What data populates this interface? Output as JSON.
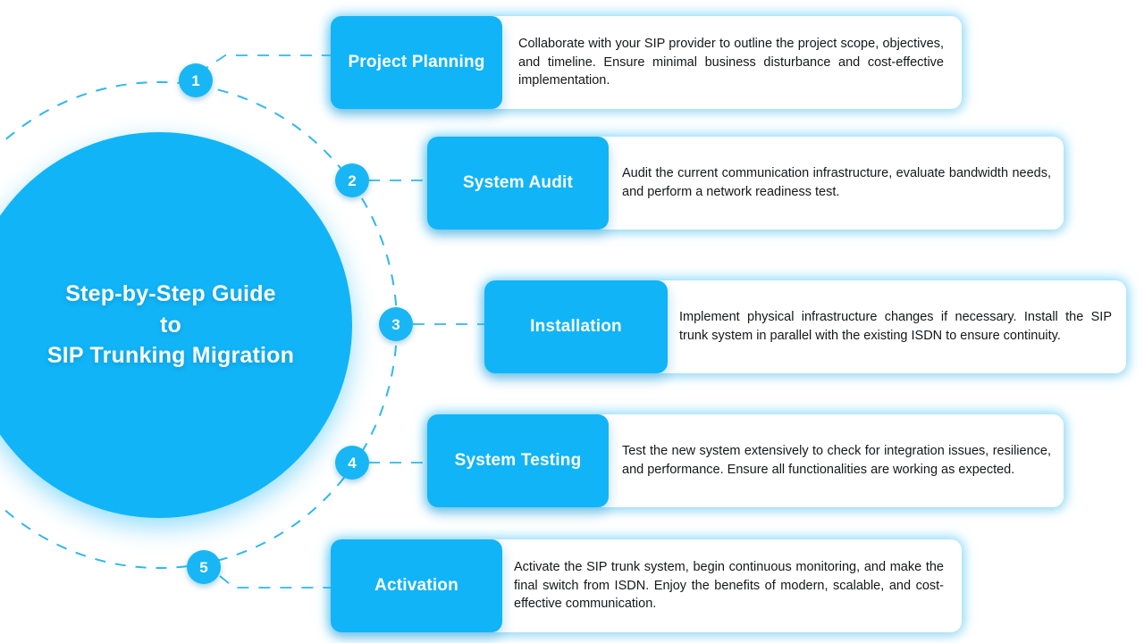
{
  "hub": {
    "title": "Step-by-Step Guide\nto\nSIP Trunking Migration",
    "line1": "Step-by-Step Guide",
    "line2": "to",
    "line3": "SIP Trunking Migration"
  },
  "colors": {
    "brand_blue": "#11b4f7",
    "badge_blue": "#18b6f5",
    "dash_line": "#2fb7ef",
    "card_bg": "#ffffff",
    "text_dark": "#15171a",
    "background": "#ffffff"
  },
  "steps": [
    {
      "number": "1",
      "label": "Project Planning",
      "description": "Collaborate with your SIP provider to outline the project scope, objectives, and timeline. Ensure minimal business disturbance and cost-effective implementation."
    },
    {
      "number": "2",
      "label": "System Audit",
      "description": "Audit the current communication infrastructure, evaluate bandwidth needs, and perform a network readiness test."
    },
    {
      "number": "3",
      "label": "Installation",
      "description": "Implement physical infrastructure changes if necessary. Install the SIP trunk system in parallel with the existing ISDN to ensure continuity."
    },
    {
      "number": "4",
      "label": "System Testing",
      "description": "Test the new system extensively to check for integration issues, resilience, and performance. Ensure all functionalities are working as expected."
    },
    {
      "number": "5",
      "label": "Activation",
      "description": "Activate the SIP trunk system, begin continuous monitoring, and make the final switch from ISDN. Enjoy the benefits of modern, scalable, and cost- effective communication."
    }
  ]
}
